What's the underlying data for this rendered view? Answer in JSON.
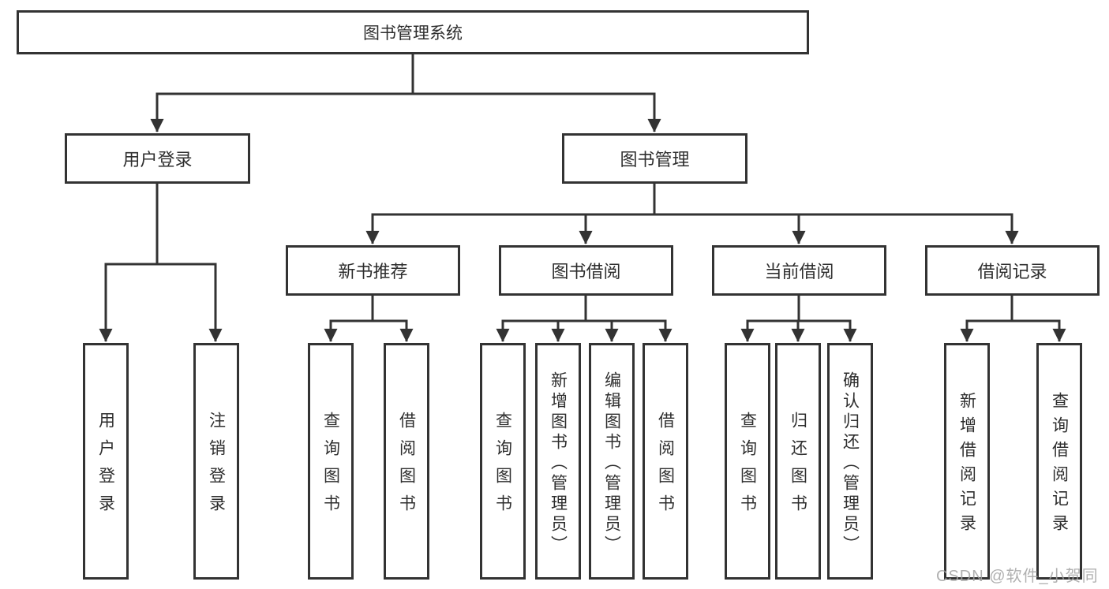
{
  "diagram": {
    "title": "图书管理系统",
    "background_color": "#ffffff",
    "line_color": "#333333",
    "box_border_color": "#333333",
    "text_color": "#2e2e2e",
    "watermark": {
      "text": "CSDN @软件_小贺同学",
      "color": "#a2a2a2"
    },
    "nodes": {
      "root": "图书管理系统",
      "user_login": "用户登录",
      "book_mgmt": "图书管理",
      "login": "用户登录",
      "logout": "注销登录",
      "new_book_rec": "新书推荐",
      "book_borrow": "图书借阅",
      "current_borrow": "当前借阅",
      "borrow_records": "借阅记录",
      "nbr_query_book": "查询图书",
      "nbr_borrow_book": "借阅图书",
      "bb_query_book": "查询图书",
      "bb_add_book": "新增图书（管理员）",
      "bb_edit_book": "编辑图书（管理员）",
      "bb_borrow_book": "借阅图书",
      "cb_query_book": "查询图书",
      "cb_return_book": "归还图书",
      "cb_confirm_return": "确认归还（管理员）",
      "br_add_record": "新增借阅记录",
      "br_query_record": "查询借阅记录"
    }
  }
}
